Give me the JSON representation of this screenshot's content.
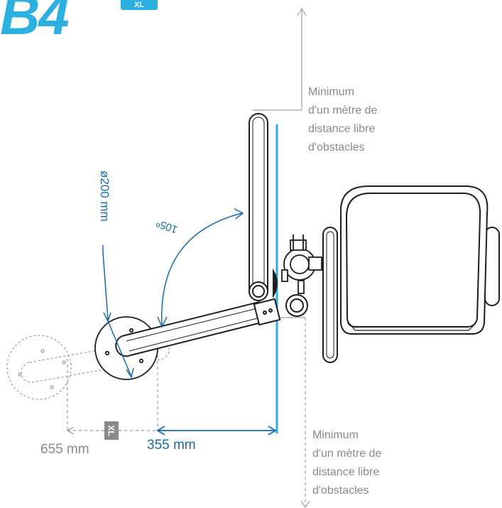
{
  "brand": {
    "model": "B4",
    "variant_badge": "XL"
  },
  "colors": {
    "accent_blue": "#2bb0e0",
    "dimension_blue": "#1b6aa8",
    "gray": "#8a8a8a",
    "line_black": "#1e1e1e"
  },
  "notes": {
    "top": [
      "Minimum",
      "d'un mètre de",
      "distance libre",
      "d'obstacles"
    ],
    "bottom": [
      "Minimum",
      "d'un mètre de",
      "distance libre",
      "d'obstacles"
    ]
  },
  "dimensions": {
    "diameter": "ø200 mm",
    "angle": "105º",
    "standard_length": "355 mm",
    "xl_length": "655 mm",
    "xl_tag": "XL"
  }
}
